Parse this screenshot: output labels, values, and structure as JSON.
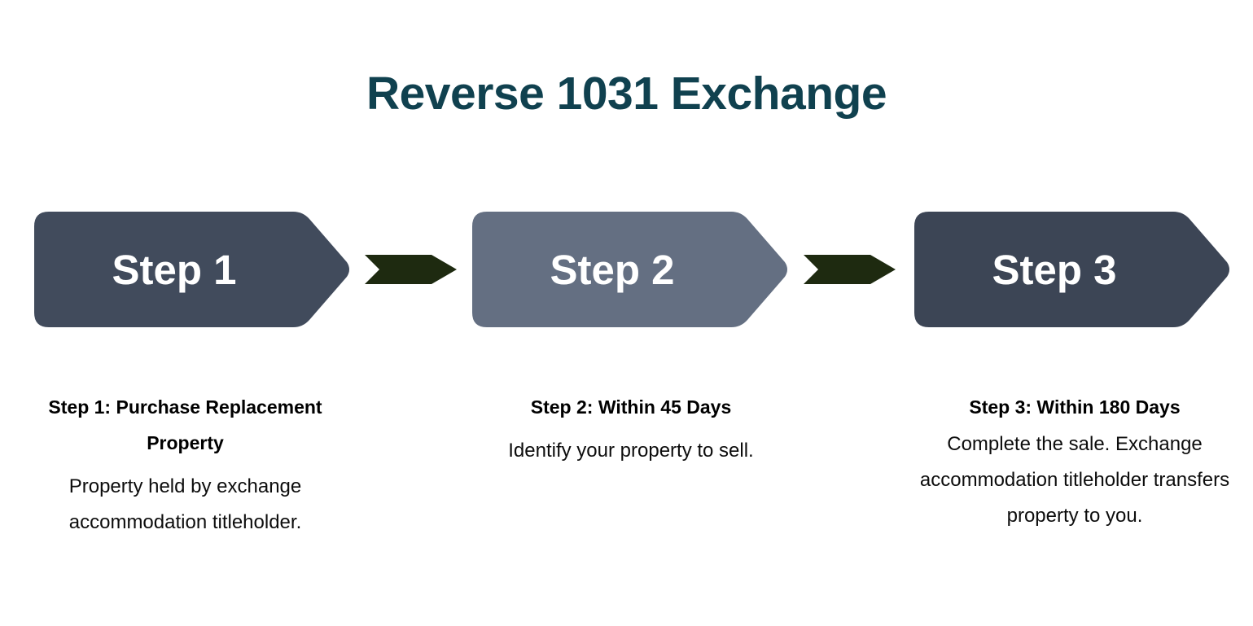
{
  "diagram": {
    "title": "Reverse 1031 Exchange",
    "type": "process-flow",
    "background_color": "#ffffff",
    "title_color": "#10414F",
    "connector_color": "#1E2A10",
    "steps": [
      {
        "badge_label": "Step 1",
        "badge_fill": "#414B5C",
        "badge_text_color": "#FFFFFF",
        "caption_heading": "Step 1: Purchase Replacement Property",
        "caption_body": "Property held by exchange accommodation titleholder."
      },
      {
        "badge_label": "Step 2",
        "badge_fill": "#646F82",
        "badge_text_color": "#FFFFFF",
        "caption_heading": "Step 2: Within 45 Days",
        "caption_body": "Identify your property to sell."
      },
      {
        "badge_label": "Step 3",
        "badge_fill": "#3C4555",
        "badge_text_color": "#FFFFFF",
        "caption_heading": "Step 3: Within 180 Days",
        "caption_body": "Complete the sale. Exchange accommodation titleholder transfers property to you."
      }
    ],
    "connectors": [
      {
        "icon": "chevron-arrow-right-icon"
      },
      {
        "icon": "chevron-arrow-right-icon"
      }
    ]
  }
}
